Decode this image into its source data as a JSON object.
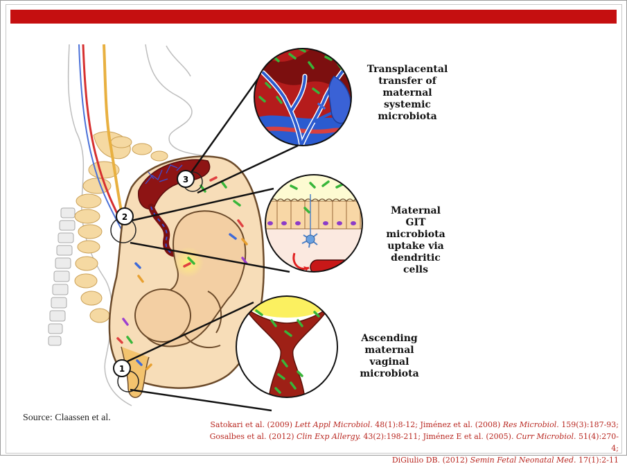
{
  "labels": {
    "transplacental": "Transplacental transfer of maternal systemic microbiota",
    "git": "Maternal GIT microbiota uptake via dendritic cells",
    "vaginal": "Ascending maternal vaginal microbiota"
  },
  "markers": [
    "1",
    "2",
    "3"
  ],
  "source": "Source: Claassen et al.",
  "references": {
    "line1_a": "Satokari et al. (2009) ",
    "line1_b": "Lett Appl Microbiol.",
    "line1_c": " 48(1):8-12;  Jiménez et al. (2008) ",
    "line1_d": "Res Microbiol.",
    "line1_e": " 159(3):187-93;",
    "line2_a": "Gosalbes et al. (2012) ",
    "line2_b": "Clin Exp Allergy.",
    "line2_c": " 43(2):198-211; Jiménez E et al. (2005). ",
    "line2_d": "Curr Microbiol.",
    "line2_e": " 51(4):270-4;",
    "line3_a": "DiGiulio DB. (2012) ",
    "line3_b": "Semin Fetal Neonatal Med.",
    "line3_c": " 17(1):2-11"
  },
  "colors": {
    "header_bar": "#c50f10",
    "reference_text": "#b8261f",
    "placenta": "#8e1414",
    "artery": "#d42020",
    "vein": "#2050c8",
    "amniotic": "#f7ddb8",
    "bacteria_green": "#38b63a"
  }
}
